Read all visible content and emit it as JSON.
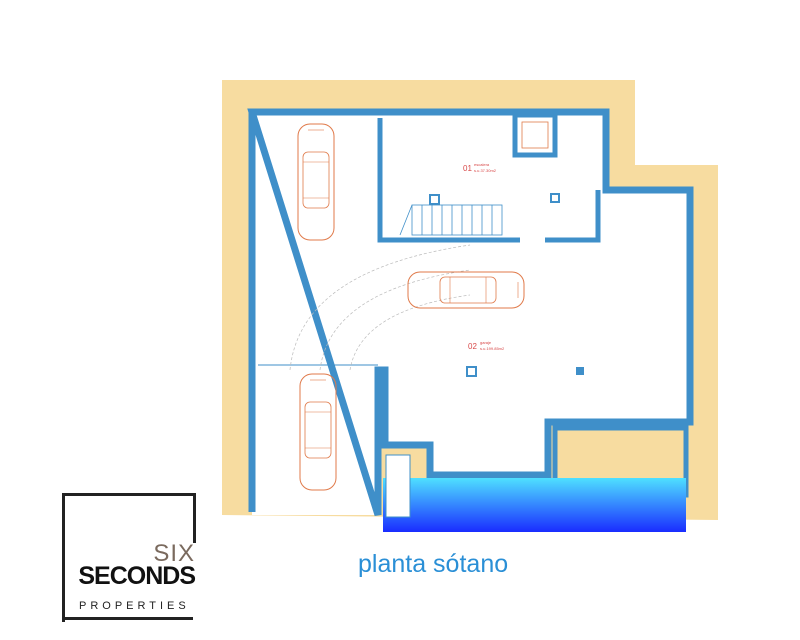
{
  "plan": {
    "caption": "planta sótano",
    "rooms": [
      {
        "number": "01",
        "name": "escalera",
        "area": "s.u.37.30m2"
      },
      {
        "number": "02",
        "name": "garaje",
        "area": "s.u.199.85m2"
      }
    ]
  },
  "logo": {
    "line1": "SIX",
    "line2": "SECONDS",
    "line3": "PROPERTIES"
  },
  "colors": {
    "terrain": "#f7dca0",
    "wall": "#3f8fc9",
    "pool": "#1ec8f0",
    "car": "#e07a4a",
    "label": "#d84a4a"
  }
}
